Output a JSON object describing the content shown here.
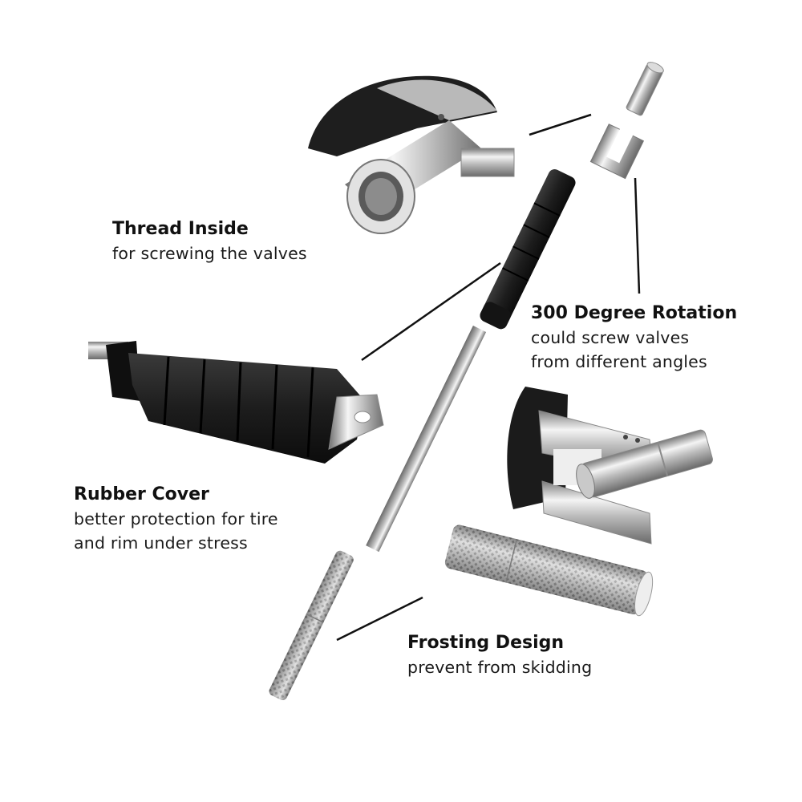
{
  "callouts": {
    "thread": {
      "title": "Thread Inside",
      "lines": [
        "for screwing the valves"
      ]
    },
    "rotation": {
      "title": "300 Degree Rotation",
      "lines": [
        "could screw valves",
        "from different angles"
      ]
    },
    "rubber": {
      "title": "Rubber Cover",
      "lines": [
        "better protection for tire",
        "and rim under stress"
      ]
    },
    "frosting": {
      "title": "Frosting Design",
      "lines": [
        "prevent from skidding"
      ]
    }
  },
  "colors": {
    "background": "#ffffff",
    "rubber": "#1c1c1c",
    "steel": "#c8c8c8",
    "leader": "#111111"
  }
}
